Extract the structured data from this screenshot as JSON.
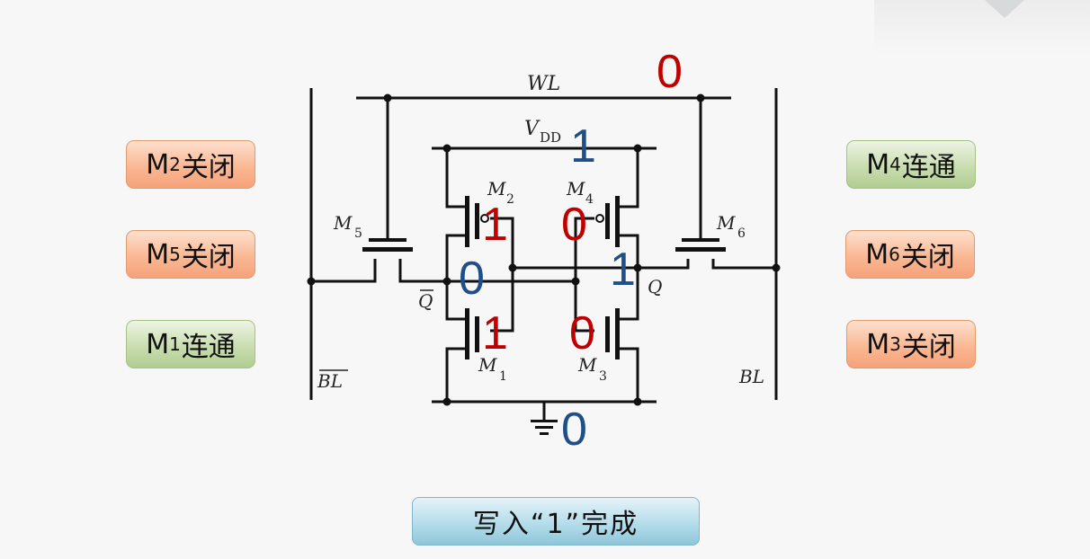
{
  "colors": {
    "logic_red": "#c00000",
    "logic_blue": "#1f4e89",
    "off_tag": "#f9b893",
    "on_tag": "#c9ddb0",
    "status_button": "#b9dfec"
  },
  "circuit": {
    "labels": {
      "wl": "WL",
      "vdd_main": "V",
      "vdd_sub": "DD",
      "q": "Q",
      "qbar": "Q",
      "bl": "BL",
      "blbar": "BL",
      "m1": "M",
      "m1_sub": "1",
      "m2": "M",
      "m2_sub": "2",
      "m3": "M",
      "m3_sub": "3",
      "m4": "M",
      "m4_sub": "4",
      "m5": "M",
      "m5_sub": "5",
      "m6": "M",
      "m6_sub": "6"
    },
    "values": {
      "wl": "0",
      "vdd": "1",
      "gnd": "0",
      "qbar": "0",
      "q": "1",
      "m2_gate": "1",
      "m4_gate": "0",
      "m1_gate": "1",
      "m3_gate": "0"
    }
  },
  "left_tags": [
    {
      "prefix": "M",
      "sub": "2",
      "text": "关闭",
      "state": "off"
    },
    {
      "prefix": "M",
      "sub": "5",
      "text": "关闭",
      "state": "off"
    },
    {
      "prefix": "M",
      "sub": "1",
      "text": "连通",
      "state": "on"
    }
  ],
  "right_tags": [
    {
      "prefix": "M",
      "sub": "4",
      "text": "连通",
      "state": "on"
    },
    {
      "prefix": "M",
      "sub": "6",
      "text": "关闭",
      "state": "off"
    },
    {
      "prefix": "M",
      "sub": "3",
      "text": "关闭",
      "state": "off"
    }
  ],
  "status": {
    "label": "写入“1”完成"
  }
}
